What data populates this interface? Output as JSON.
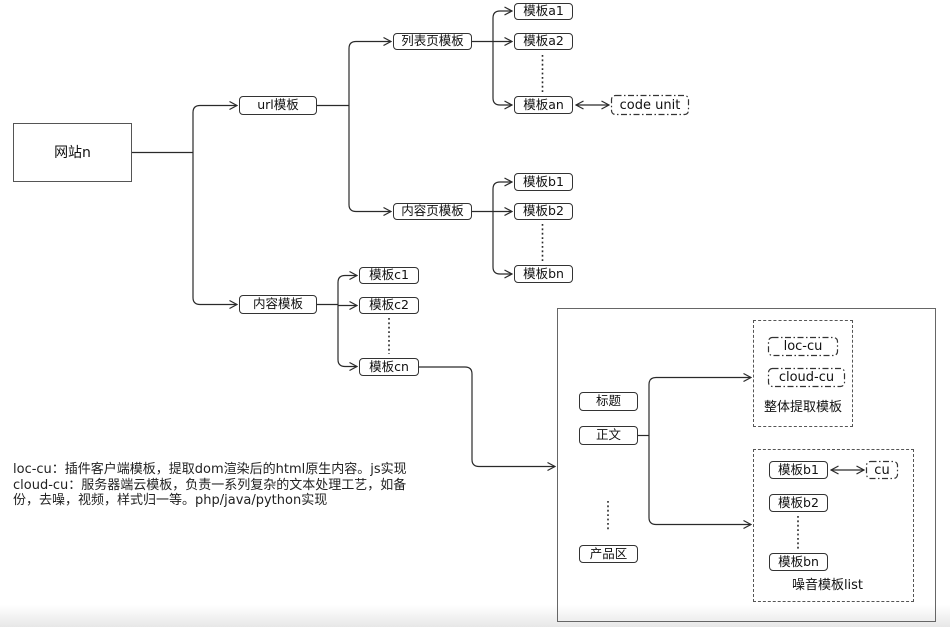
{
  "diagram": {
    "tree": {
      "root": "网站n",
      "url_template": "url模板",
      "content_template": "内容模板",
      "list_page_template": "列表页模板",
      "content_page_template": "内容页模板",
      "template_a1": "模板a1",
      "template_a2": "模板a2",
      "template_an": "模板an",
      "code_unit": "code unit",
      "template_b1": "模板b1",
      "template_b2": "模板b2",
      "template_bn": "模板bn",
      "template_c1": "模板c1",
      "template_c2": "模板c2",
      "template_cn": "模板cn"
    },
    "detail_panel": {
      "title_field": "标题",
      "body_field": "正文",
      "product_field": "产品区",
      "overall_group": {
        "loc_cu": "loc-cu",
        "cloud_cu": "cloud-cu",
        "caption": "整体提取模板"
      },
      "noise_group": {
        "template_b1": "模板b1",
        "cu": "cu",
        "template_b2": "模板b2",
        "template_bn": "模板bn",
        "caption": "噪音模板list"
      }
    },
    "notes": {
      "loc_cu_note": "loc-cu：插件客户端模板，提取dom渲染后的html原生内容。js实现",
      "cloud_cu_note": "cloud-cu：服务器端云模板，负责一系列复杂的文本处理工艺，如备份，去噪，视频，样式归一等。php/java/python实现"
    },
    "colors": {
      "line": "#2a2a2a",
      "background": "#ffffff",
      "footer_fade": "#e7e7e7"
    }
  }
}
